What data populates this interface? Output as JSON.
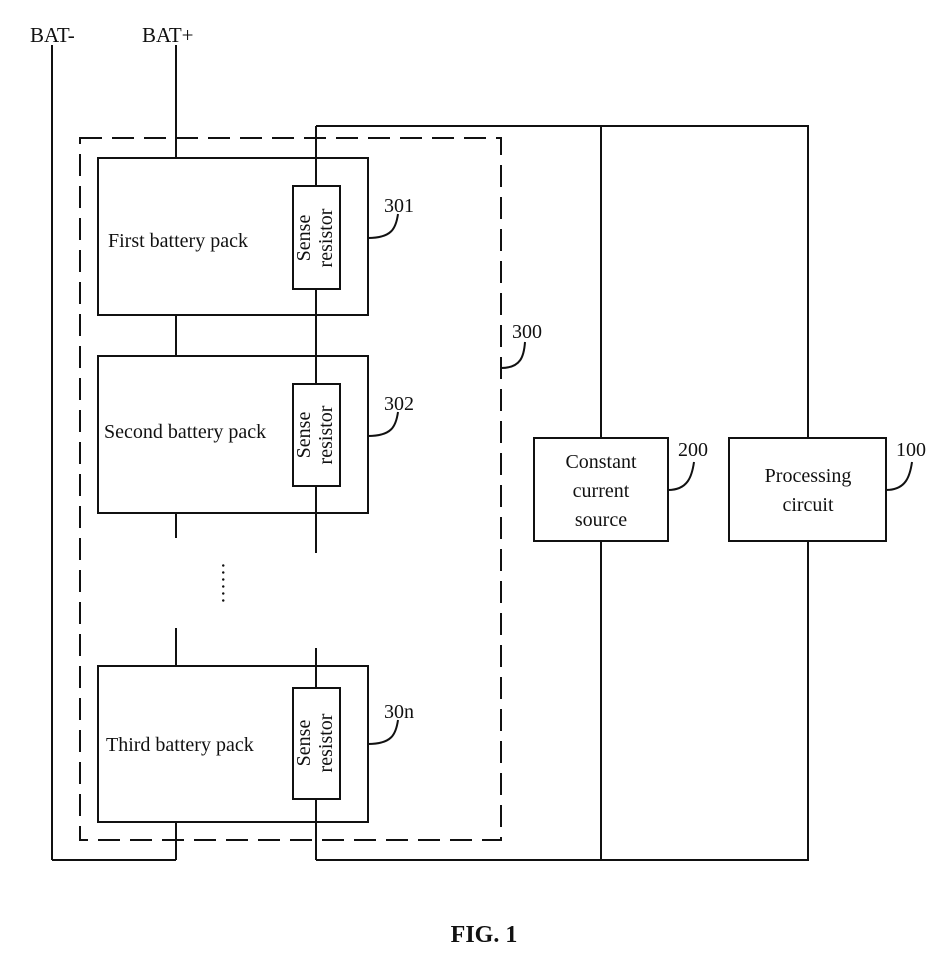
{
  "terminals": {
    "negative": "BAT-",
    "positive": "BAT+"
  },
  "packs": [
    {
      "label": "First battery pack",
      "resistor": [
        "Sense",
        "resistor"
      ],
      "ref": "301"
    },
    {
      "label": "Second battery pack",
      "resistor": [
        "Sense",
        "resistor"
      ],
      "ref": "302"
    },
    {
      "label": "Third battery pack",
      "resistor": [
        "Sense",
        "resistor"
      ],
      "ref": "30n"
    }
  ],
  "group_ref": "300",
  "ellipsis": "……",
  "constant_current_source": {
    "lines": [
      "Constant",
      "current",
      "source"
    ],
    "ref": "200"
  },
  "processing_circuit": {
    "lines": [
      "Processing",
      "circuit"
    ],
    "ref": "100"
  },
  "figure_caption": "FIG. 1"
}
